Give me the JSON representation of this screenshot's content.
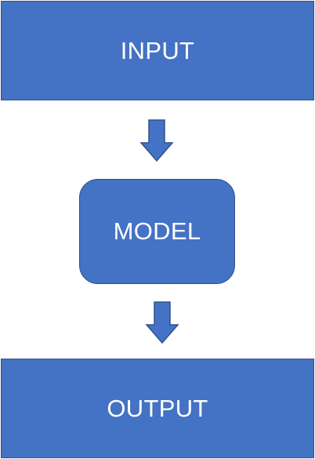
{
  "diagram": {
    "nodes": [
      {
        "id": "input",
        "label": "INPUT"
      },
      {
        "id": "model",
        "label": "MODEL"
      },
      {
        "id": "output",
        "label": "OUTPUT"
      }
    ],
    "edges": [
      {
        "from": "input",
        "to": "model"
      },
      {
        "from": "model",
        "to": "output"
      }
    ]
  },
  "colors": {
    "fill": "#4472C4",
    "stroke": "#2F528F",
    "text": "#FFFFFF"
  },
  "icons": {
    "flow_arrow": "down-arrow-icon"
  }
}
